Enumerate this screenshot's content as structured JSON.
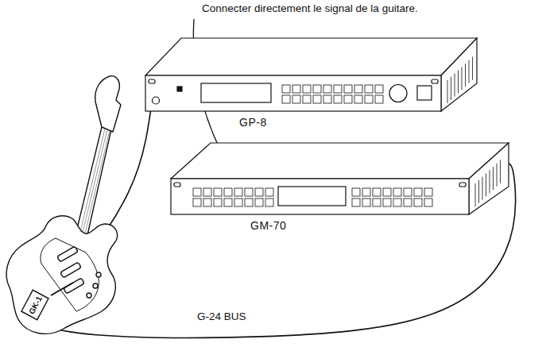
{
  "diagram": {
    "nodes": [
      {
        "text": [
          "GK-1"
        ]
      },
      {
        "text": [
          "GP-8"
        ]
      },
      {
        "text": [
          "GM-70"
        ]
      }
    ],
    "edges": [
      {
        "from": 0,
        "to": 1,
        "arrow": "none"
      },
      {
        "from": 0,
        "to": 2,
        "label": "G-24 BUS",
        "arrow": "none"
      }
    ],
    "labels": [
      "Connecter directement le signal de la guitare."
    ]
  }
}
